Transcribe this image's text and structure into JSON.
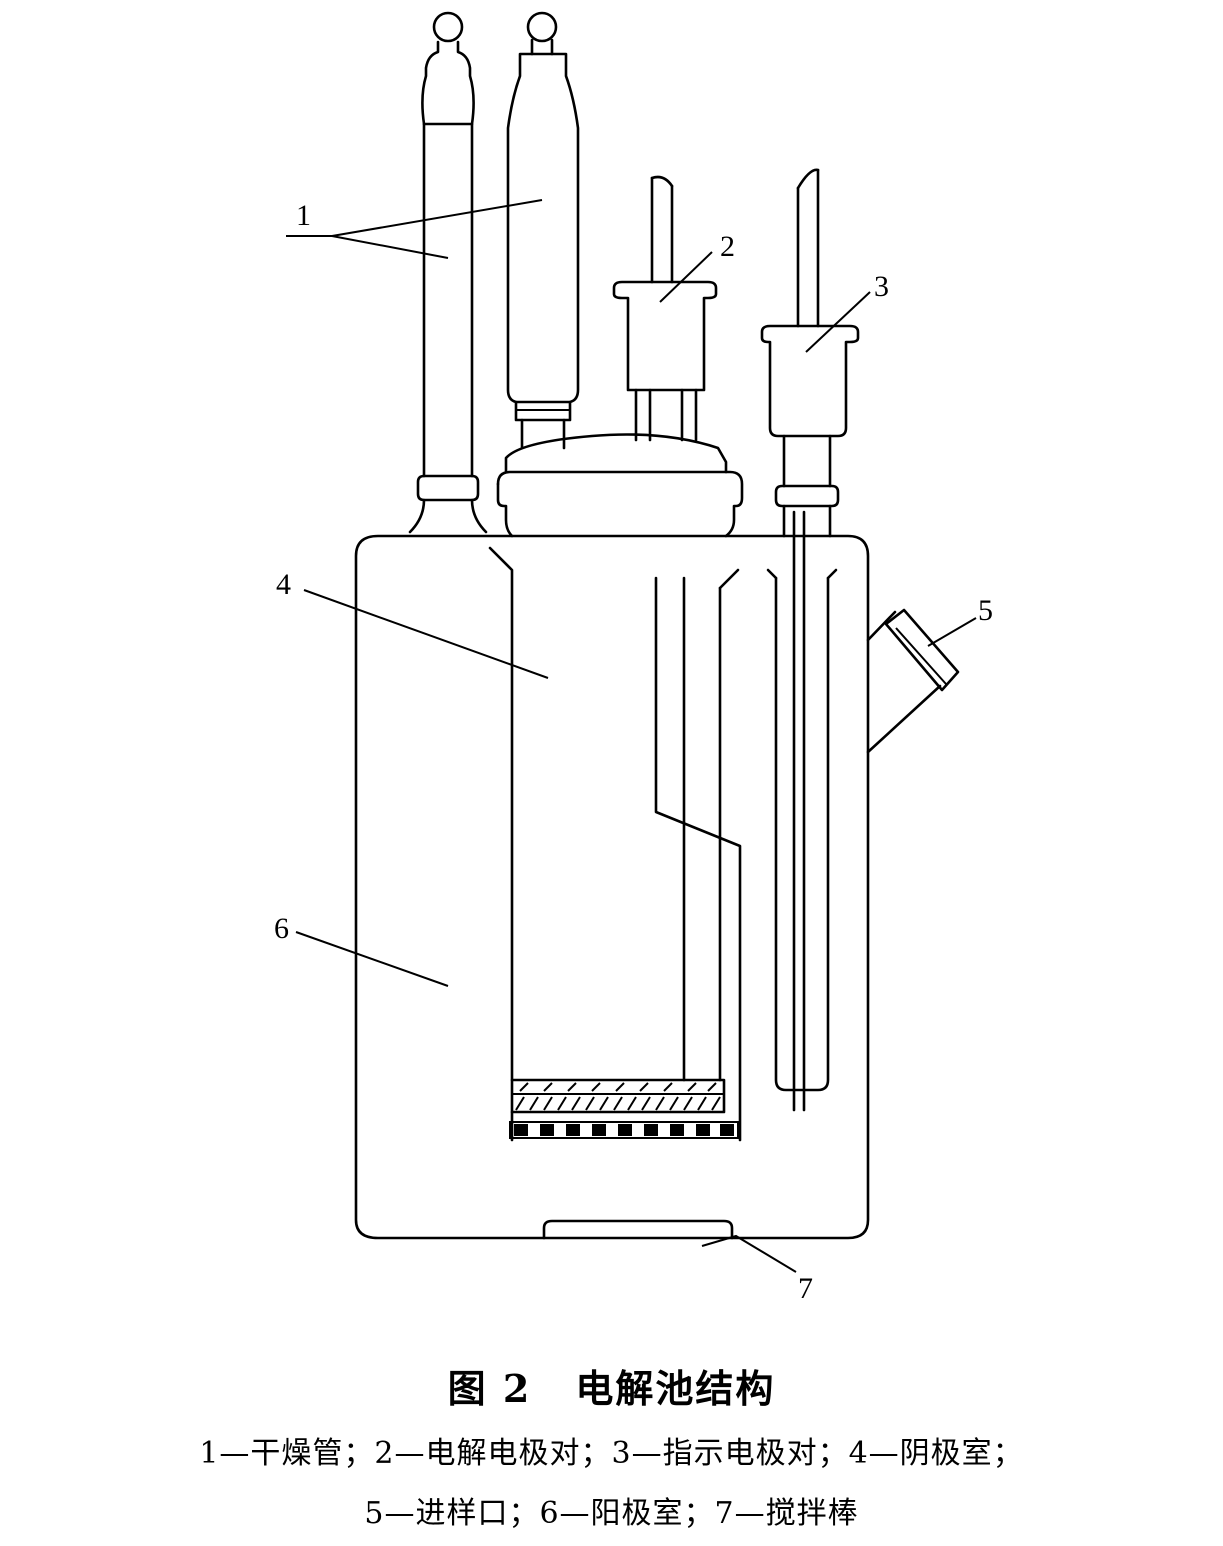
{
  "figure": {
    "callouts": [
      "1",
      "2",
      "3",
      "4",
      "5",
      "6",
      "7"
    ],
    "caption_number": "图 2",
    "caption_title": "电解池结构",
    "legend_line1": "1—干燥管；2—电解电极对；3—指示电极对；4—阴极室；",
    "legend_line2": "5—进样口；6—阳极室；7—搅拌棒"
  }
}
